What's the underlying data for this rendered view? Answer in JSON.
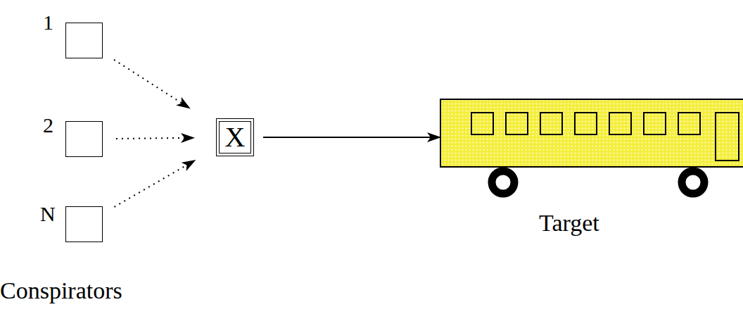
{
  "diagram": {
    "nodes": [
      {
        "text": [
          "1"
        ]
      },
      {
        "text": [
          "2"
        ]
      },
      {
        "text": [
          "N"
        ]
      },
      {
        "text": [
          "X"
        ]
      },
      {
        "text": [
          "Target"
        ]
      }
    ],
    "edges": [
      {
        "from": 0,
        "to": 3,
        "arrow": "to"
      },
      {
        "from": 1,
        "to": 3,
        "arrow": "to"
      },
      {
        "from": 2,
        "to": 3,
        "arrow": "to"
      },
      {
        "from": 3,
        "to": 4,
        "arrow": "to"
      }
    ],
    "labels": [
      "Conspirators"
    ]
  }
}
